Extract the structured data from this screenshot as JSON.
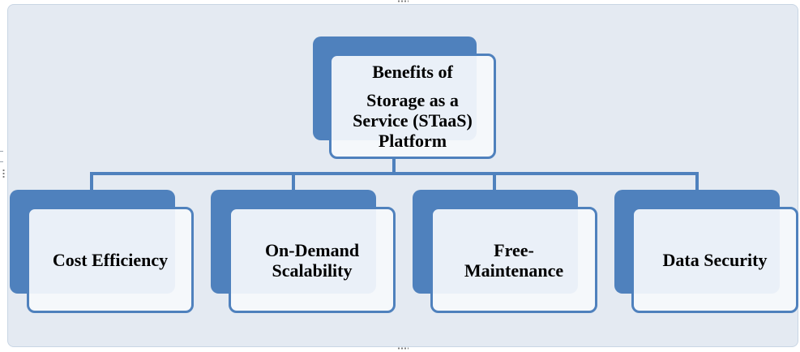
{
  "diagram": {
    "root": {
      "title_lines": [
        "Benefits of",
        "Storage as a",
        "Service (STaaS)",
        "Platform"
      ]
    },
    "children": [
      {
        "lines": [
          "Cost Efficiency"
        ]
      },
      {
        "lines": [
          "On-Demand",
          "Scalability"
        ]
      },
      {
        "lines": [
          "Free-",
          "Maintenance"
        ]
      },
      {
        "lines": [
          "Data Security"
        ]
      }
    ]
  },
  "colors": {
    "accent": "#4f81bd",
    "canvas_background": "#e4eaf2",
    "box_fill": "#f6f9fc"
  }
}
